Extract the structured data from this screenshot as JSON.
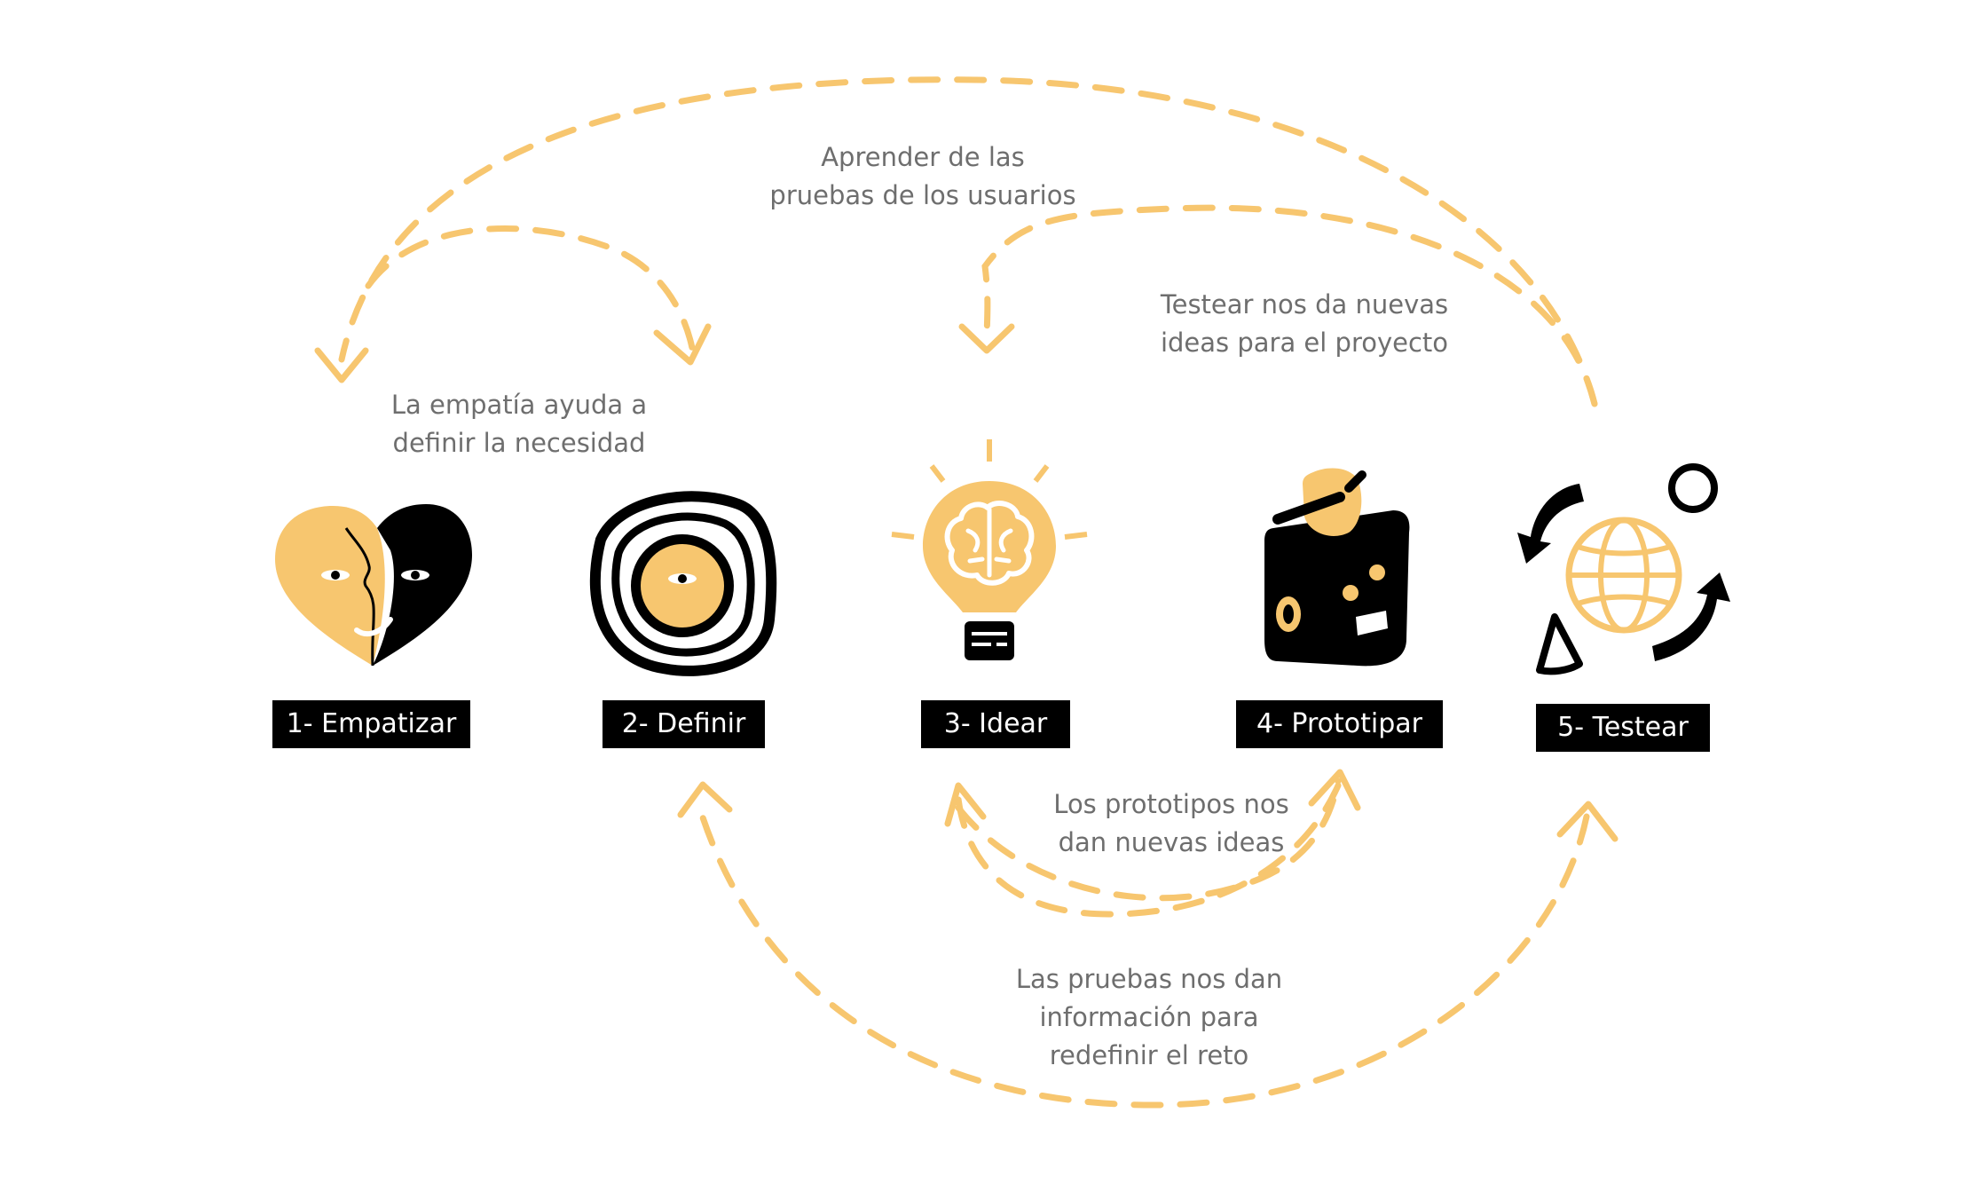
{
  "colors": {
    "accent": "#f7c66f",
    "ink": "#000000",
    "note_text": "#6e6e6e",
    "background": "#ffffff"
  },
  "stages": [
    {
      "label": "1- Empatizar",
      "icon": "heart-faces-icon"
    },
    {
      "label": "2- Definir",
      "icon": "target-eye-icon"
    },
    {
      "label": "3- Idear",
      "icon": "lightbulb-brain-icon"
    },
    {
      "label": "4- Prototipar",
      "icon": "robot-block-icon"
    },
    {
      "label": "5- Testear",
      "icon": "globe-cycle-icon"
    }
  ],
  "notes": {
    "learn_from_tests": [
      "Aprender de las",
      "pruebas de los usuarios"
    ],
    "testing_new_ideas": [
      "Testear nos da nuevas",
      "ideas para el proyecto"
    ],
    "empathy_defines": [
      "La empatía ayuda a",
      "definir la necesidad"
    ],
    "prototypes_new_ideas": [
      "Los prototipos nos",
      "dan nuevas ideas"
    ],
    "tests_redefine": [
      "Las pruebas nos dan",
      "información para",
      "redefinir el reto"
    ]
  }
}
